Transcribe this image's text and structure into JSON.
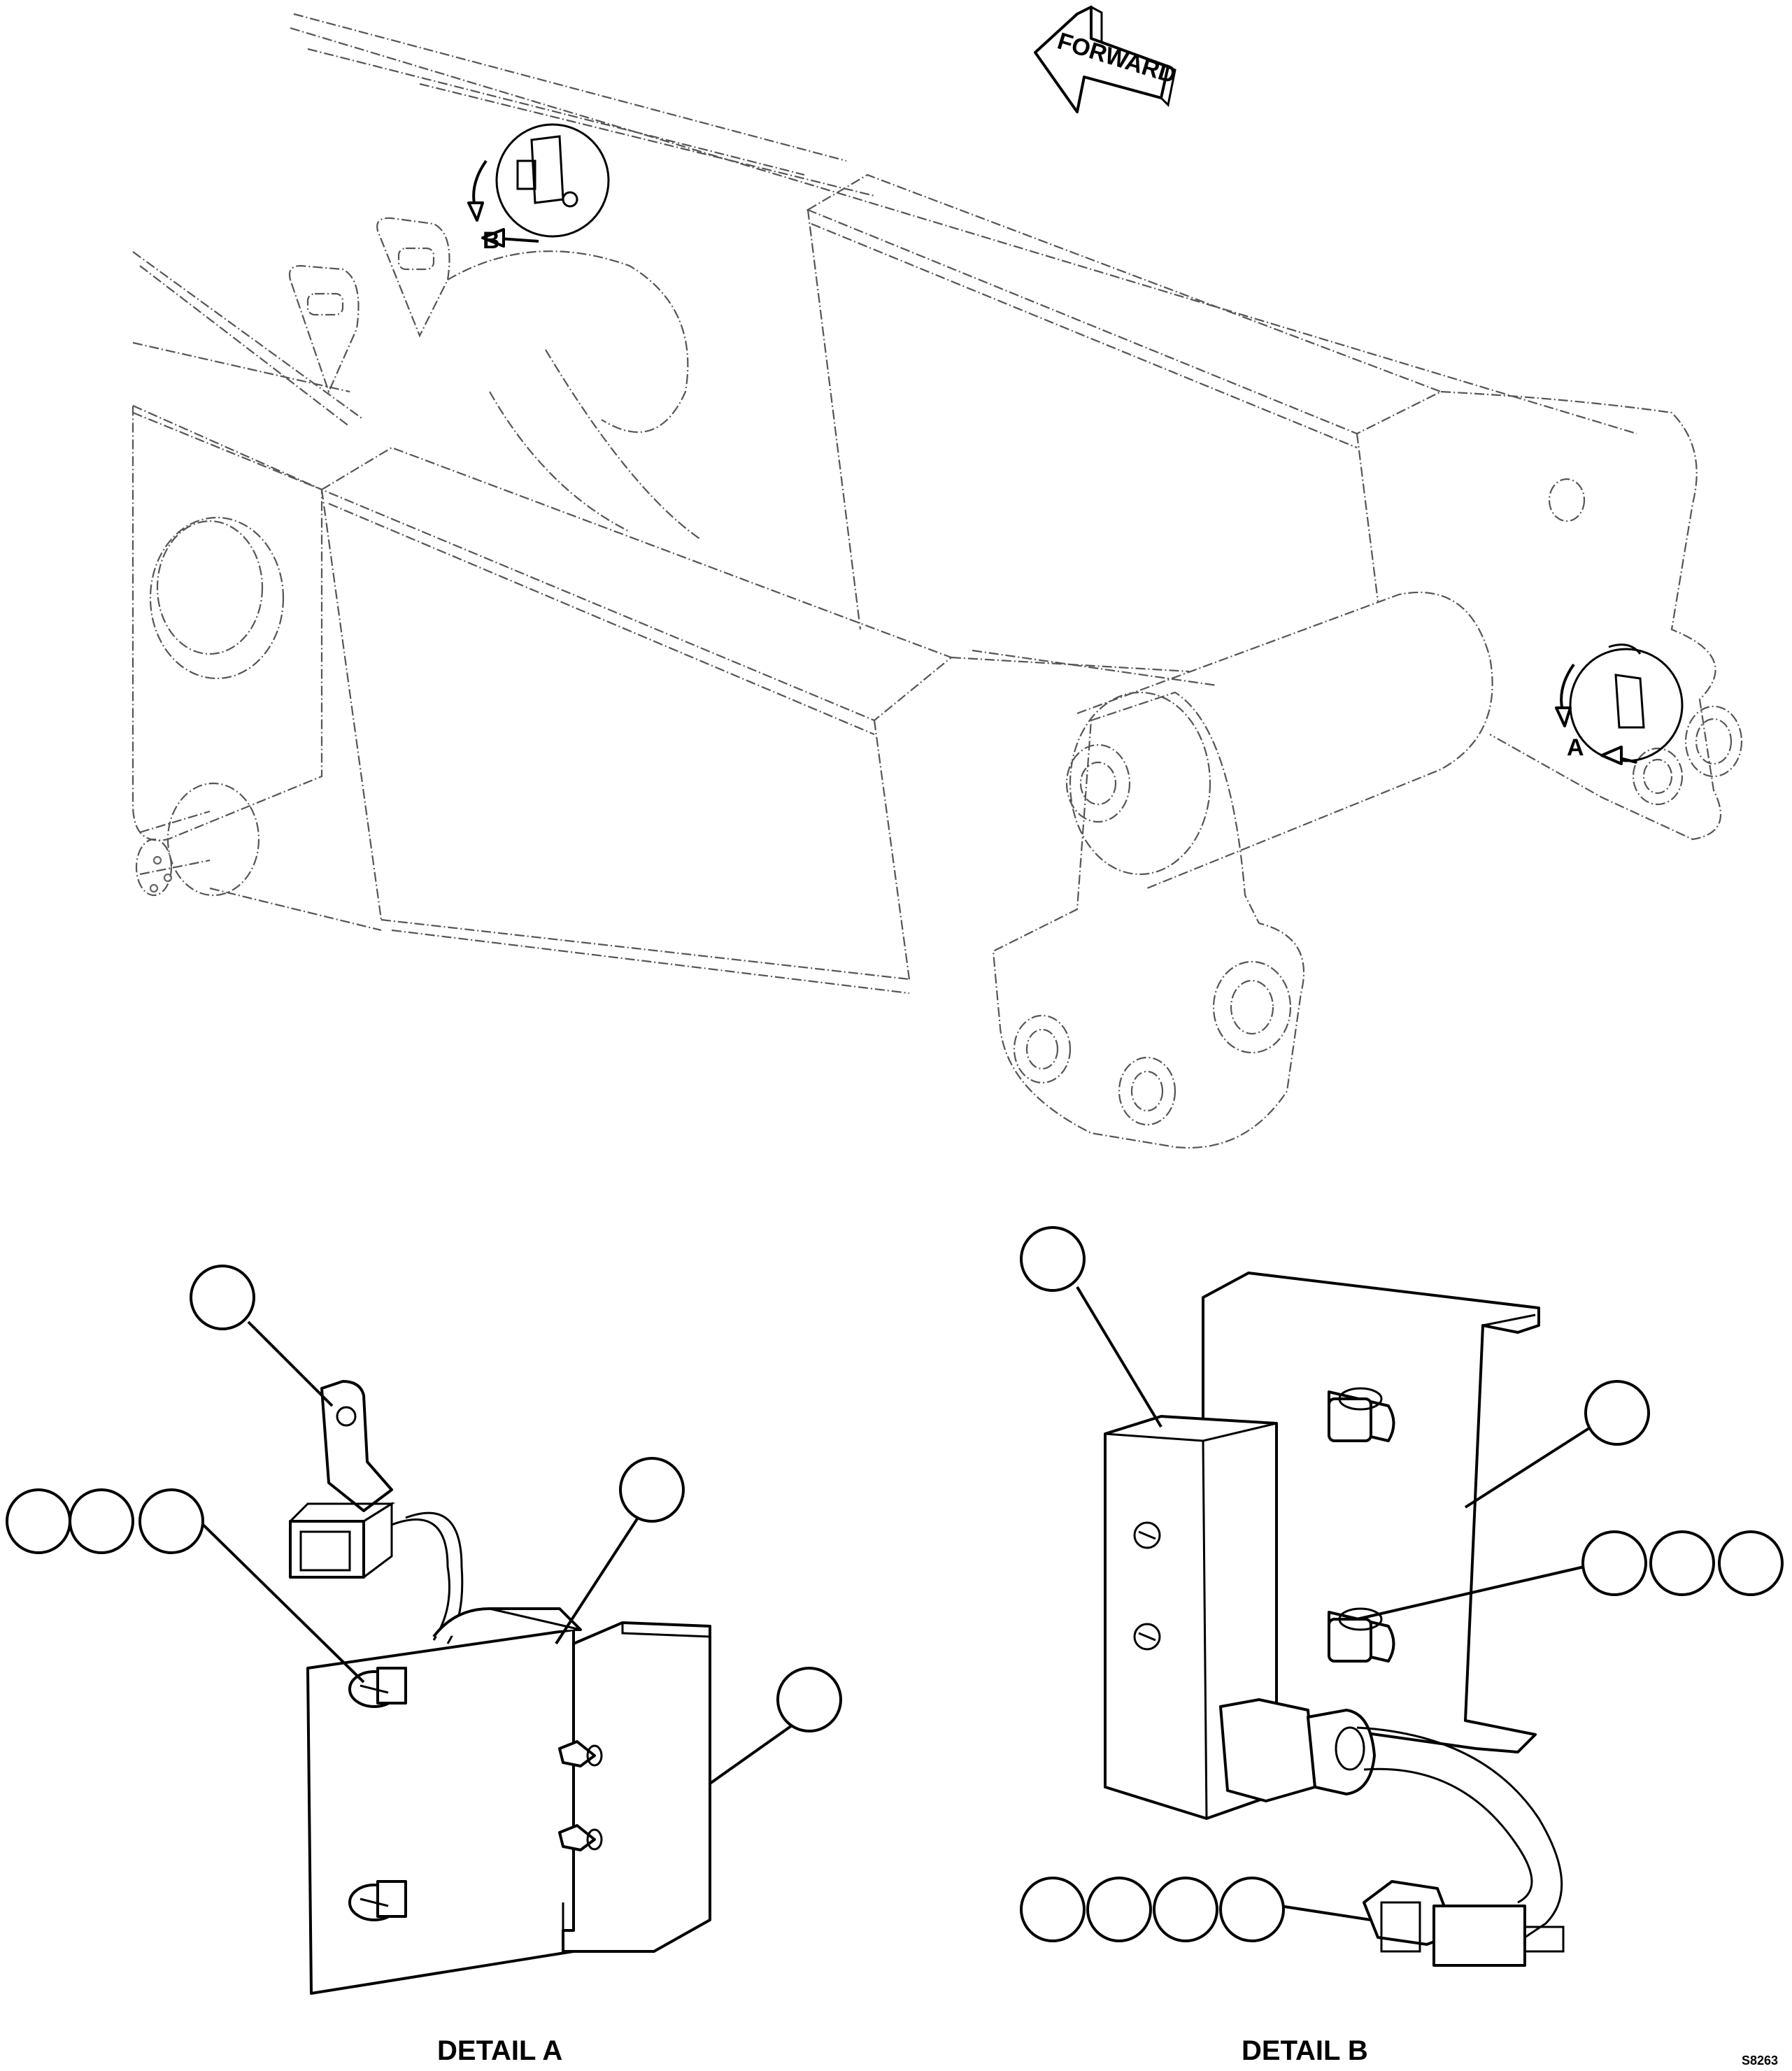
{
  "forward_label": "FORWARD",
  "callout_a_letter": "A",
  "callout_b_letter": "B",
  "detail_a_caption": "DETAIL A",
  "detail_b_caption": "DETAIL B",
  "drawing_number": "S8263"
}
